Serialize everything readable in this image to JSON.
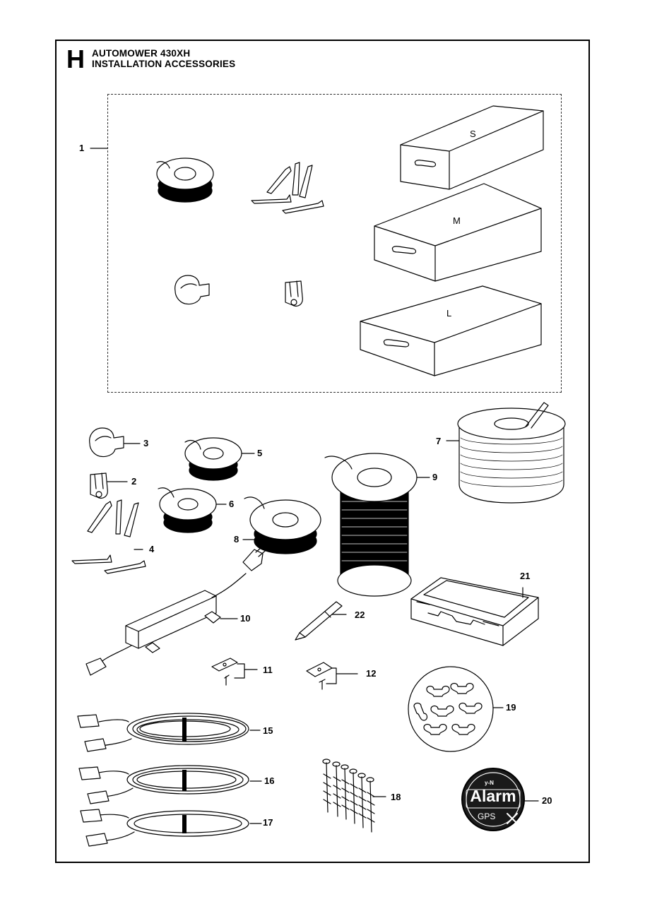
{
  "header": {
    "section_letter": "H",
    "title_line1": "AUTOMOWER 430XH",
    "title_line2": "INSTALLATION ACCESSORIES"
  },
  "kit": {
    "box_sizes": [
      "S",
      "M",
      "L"
    ]
  },
  "callouts": {
    "n1": "1",
    "n2": "2",
    "n3": "3",
    "n4": "4",
    "n5": "5",
    "n6": "6",
    "n7": "7",
    "n8": "8",
    "n9": "9",
    "n10": "10",
    "n11": "11",
    "n12": "12",
    "n15": "15",
    "n16": "16",
    "n17": "17",
    "n18": "18",
    "n19": "19",
    "n20": "20",
    "n21": "21",
    "n22": "22"
  },
  "badge": {
    "small_text": "y-N",
    "brand": "Alarm",
    "sub": "GPS"
  },
  "colors": {
    "ink": "#000000",
    "paper": "#ffffff",
    "badge_bg": "#1a1a1a"
  }
}
